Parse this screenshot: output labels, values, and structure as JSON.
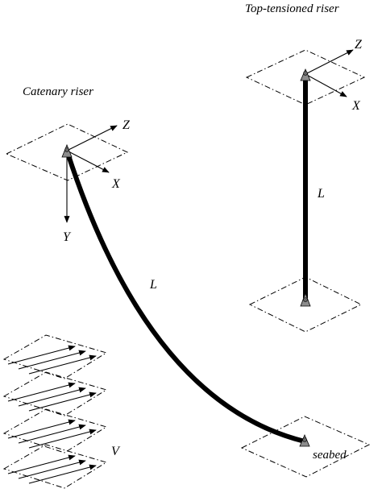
{
  "labels": {
    "catenary_title": "Catenary riser",
    "ttr_title": "Top-tensioned riser",
    "catenary_z": "Z",
    "catenary_x": "X",
    "catenary_y": "Y",
    "catenary_length": "L",
    "ttr_z": "Z",
    "ttr_x": "X",
    "ttr_length": "L",
    "seabed": "seabed",
    "current": "V"
  },
  "colors": {
    "line": "#000000",
    "support": "#8c8c8c",
    "background": "#ffffff"
  },
  "icons": {
    "support": "pinned-support-icon",
    "arrow": "arrow-head-icon"
  }
}
